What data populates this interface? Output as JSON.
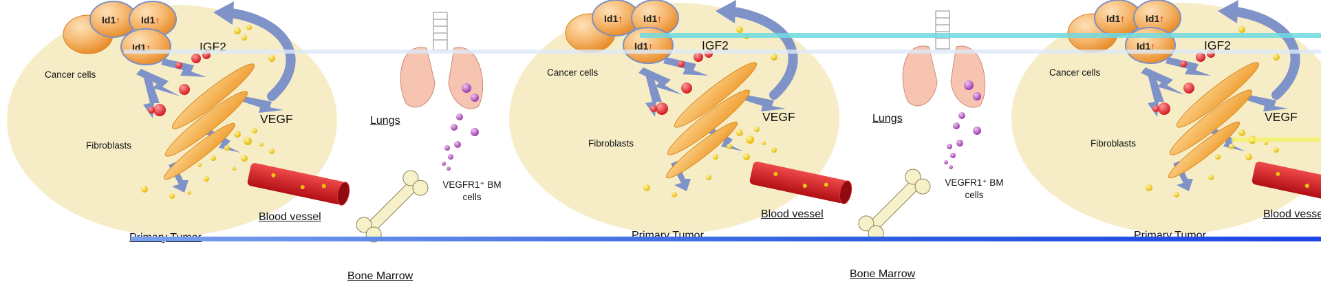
{
  "panels": [
    {
      "id1_label": "Id1",
      "id1_arrow": "↑",
      "igf2": "IGF2",
      "vegf": "VEGF",
      "cancer_cells": "Cancer cells",
      "fibroblasts": "Fibroblasts",
      "lungs": "Lungs",
      "vegfr_line1": "VEGFR1⁺ BM",
      "vegfr_line2": "cells",
      "blood_vessel": "Blood vessel",
      "primary_tumor": "Primary Tumor",
      "bone_marrow": "Bone Marrow"
    },
    {
      "id1_label": "Id1",
      "id1_arrow": "↑",
      "igf2": "IGF2",
      "vegf": "VEGF",
      "cancer_cells": "Cancer cells",
      "fibroblasts": "Fibroblasts",
      "lungs": "Lungs",
      "vegfr_line1": "VEGFR1⁺ BM",
      "vegfr_line2": "cells",
      "blood_vessel": "Blood vessel",
      "primary_tumor": "Primary Tumor",
      "bone_marrow": "Bone Marrow"
    },
    {
      "id1_label": "Id1",
      "id1_arrow": "↑",
      "igf2": "IGF2",
      "vegf": "VEGF",
      "cancer_cells": "Cancer cells",
      "fibroblasts": "Fibroblasts",
      "blood_vessel": "Blood vessel",
      "primary_tumor": "Primary Tumor"
    }
  ],
  "colors": {
    "tumor_fill": "#f5ecc4",
    "cell_orange": "#f2a54a",
    "arrow_blue": "#7f93c9",
    "red_dot": "#e3262b",
    "yellow_dot": "#f1c40f",
    "purple_dot": "#b158b9",
    "lung_pink": "#f6c4b0",
    "vessel_red": "#d4191f",
    "bone": "#f6f1c8",
    "glitch_blue": "#2f5fe0",
    "glitch_cyan": "#6fd9e0"
  }
}
